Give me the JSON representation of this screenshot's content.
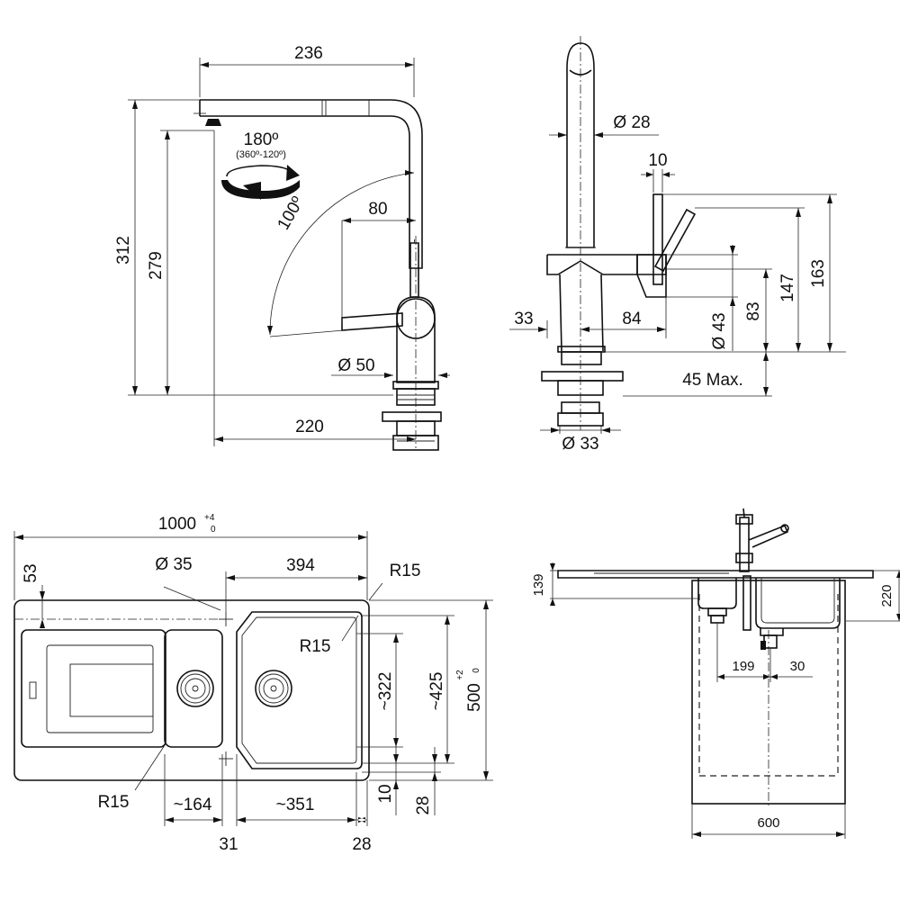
{
  "faucet_side": {
    "reach": "236",
    "height_total": "312",
    "height_spout": "279",
    "swivel": "180º",
    "swivel_alt": "(360º-120º)",
    "handle_angle": "100º",
    "handle_offset": "80",
    "base_diameter": "Ø 50",
    "mount_offset": "220"
  },
  "faucet_front": {
    "spout_diameter": "Ø 28",
    "lever_width": "10",
    "body_left": "33",
    "body_right": "84",
    "body_diameter": "Ø 43",
    "height_83": "83",
    "height_147": "147",
    "height_163": "163",
    "deck_thickness": "45 Max.",
    "shank_diameter": "Ø 33"
  },
  "sink_top": {
    "width": "1000",
    "width_tolerance_sup": "+4",
    "width_tolerance_sub": "0",
    "edge_offset": "53",
    "tap_hole": "Ø 35",
    "bowl_width": "394",
    "corner_radius_outer": "R15",
    "corner_radius_bowl": "R15",
    "corner_radius_small": "R15",
    "bowl_depth": "~322",
    "inner_depth": "~425",
    "depth": "500",
    "depth_tolerance_sup": "+2",
    "depth_tolerance_sub": "0",
    "bottom_margin": "10",
    "bottom_edge": "28",
    "small_bowl_width": "~164",
    "main_bowl_width": "~351",
    "gap_31": "31",
    "edge_28": "28"
  },
  "sink_section": {
    "thickness": "139",
    "total_height": "220",
    "drain_offset": "199",
    "drain_30": "30",
    "cabinet_width": "600"
  }
}
